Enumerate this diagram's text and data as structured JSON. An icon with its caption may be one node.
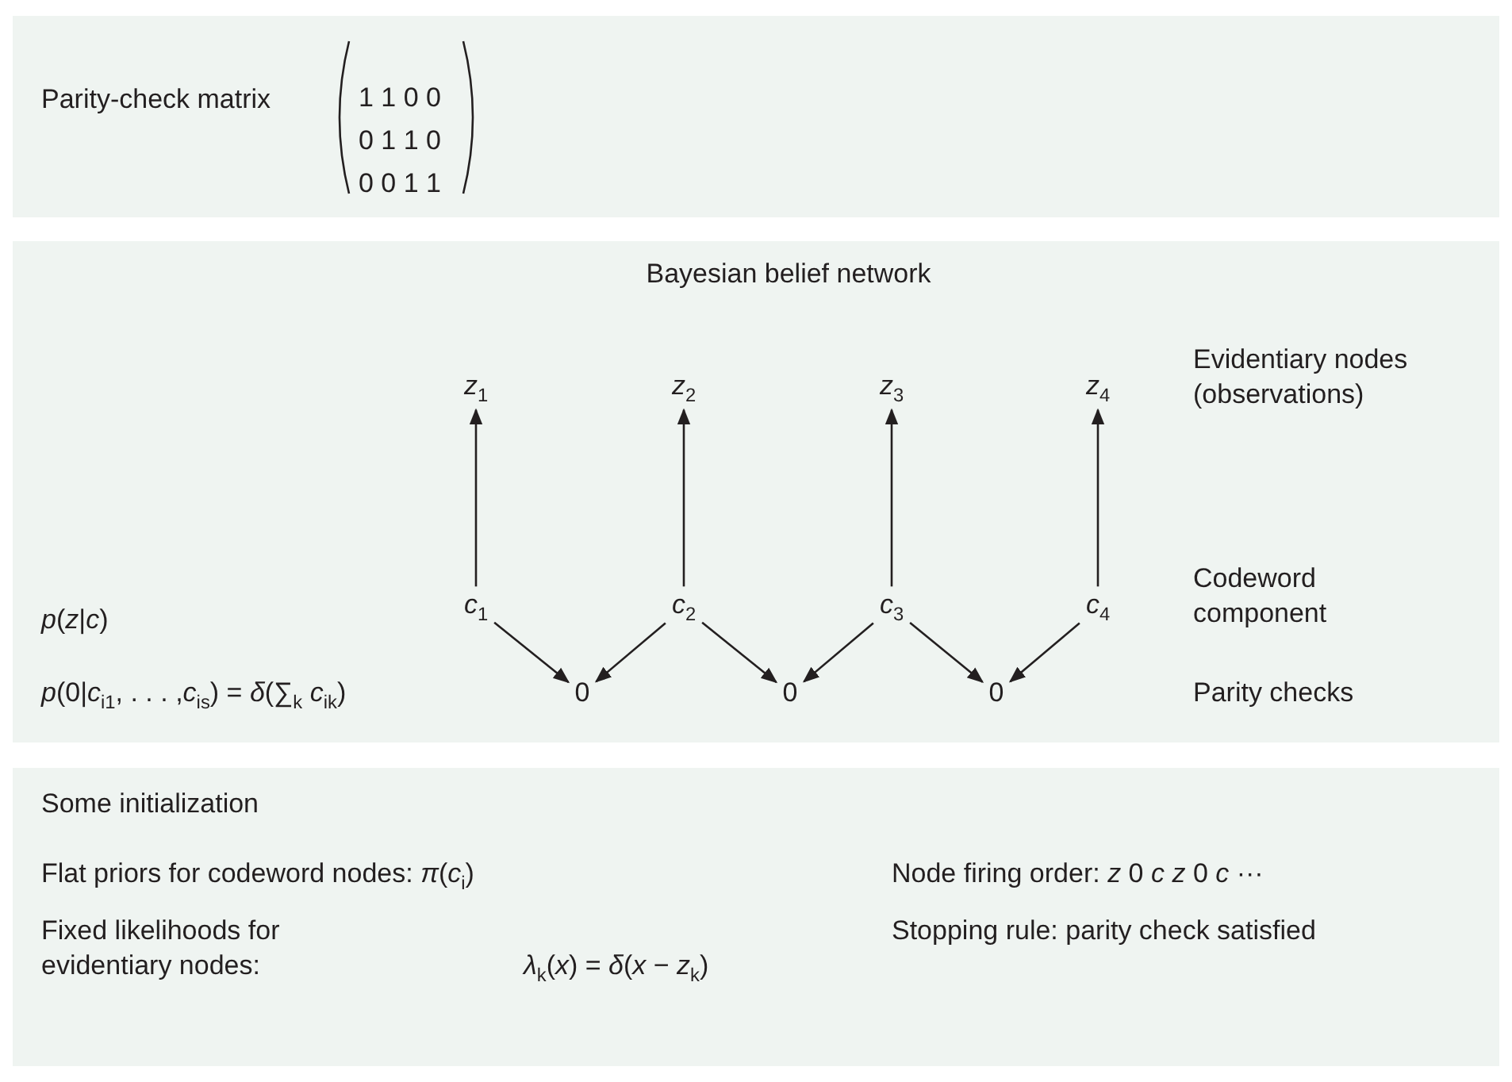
{
  "diagram": {
    "nodes": [
      {
        "text": [
          "Parity-check matrix"
        ]
      },
      {
        "text": [
          "Bayesian belief network"
        ]
      },
      {
        "text": [
          "*z*$_{1}$"
        ],
        "in": 1
      },
      {
        "text": [
          "*z*$_{2}$"
        ],
        "in": 1
      },
      {
        "text": [
          "*z*$_{3}$"
        ],
        "in": 1
      },
      {
        "text": [
          "*z*$_{4}$"
        ],
        "in": 1
      },
      {
        "text": [
          "*c*$_{1}$"
        ],
        "in": 1
      },
      {
        "text": [
          "*c*$_{2}$"
        ],
        "in": 1
      },
      {
        "text": [
          "*c*$_{3}$"
        ],
        "in": 1
      },
      {
        "text": [
          "*c*$_{4}$"
        ],
        "in": 1
      },
      {
        "text": [
          "0"
        ],
        "in": 1
      },
      {
        "text": [
          "0"
        ],
        "in": 1
      },
      {
        "text": [
          "0"
        ],
        "in": 1
      },
      {
        "text": [
          "Some initialization"
        ]
      }
    ],
    "edges": [
      {
        "from": 6,
        "to": 2,
        "arrow": "to"
      },
      {
        "from": 7,
        "to": 3,
        "arrow": "to"
      },
      {
        "from": 8,
        "to": 4,
        "arrow": "to"
      },
      {
        "from": 9,
        "to": 5,
        "arrow": "to"
      },
      {
        "from": 6,
        "to": 10,
        "arrow": "to"
      },
      {
        "from": 7,
        "to": 10,
        "arrow": "to"
      },
      {
        "from": 7,
        "to": 11,
        "arrow": "to"
      },
      {
        "from": 8,
        "to": 11,
        "arrow": "to"
      },
      {
        "from": 8,
        "to": 12,
        "arrow": "to"
      },
      {
        "from": 9,
        "to": 12,
        "arrow": "to"
      }
    ],
    "labels": [
      "1 1 0 0",
      "0 1 1 0",
      "0 0 1 1",
      "Evidentiary nodes (observations)",
      "Codeword component",
      "*p*(*z*|*c*)",
      "*p*(0|*c*$_{i1}$, . . . ,*c*$_{is}$) = *δ*(∑$_{k}$ *c*$_{ik}$)",
      "Parity checks",
      "Flat priors for codeword nodes:  *π*(*c*$_{i}$)",
      "Node firing order:  *z*  0  *c*  *z*  0  *c*  ···",
      "Fixed likelihoods for evidentiary nodes:",
      "*λ*$_{k}$(*x*) = *δ*(*x* − *z*$_{k}$)",
      "Stopping rule:  parity check satisfied"
    ]
  }
}
